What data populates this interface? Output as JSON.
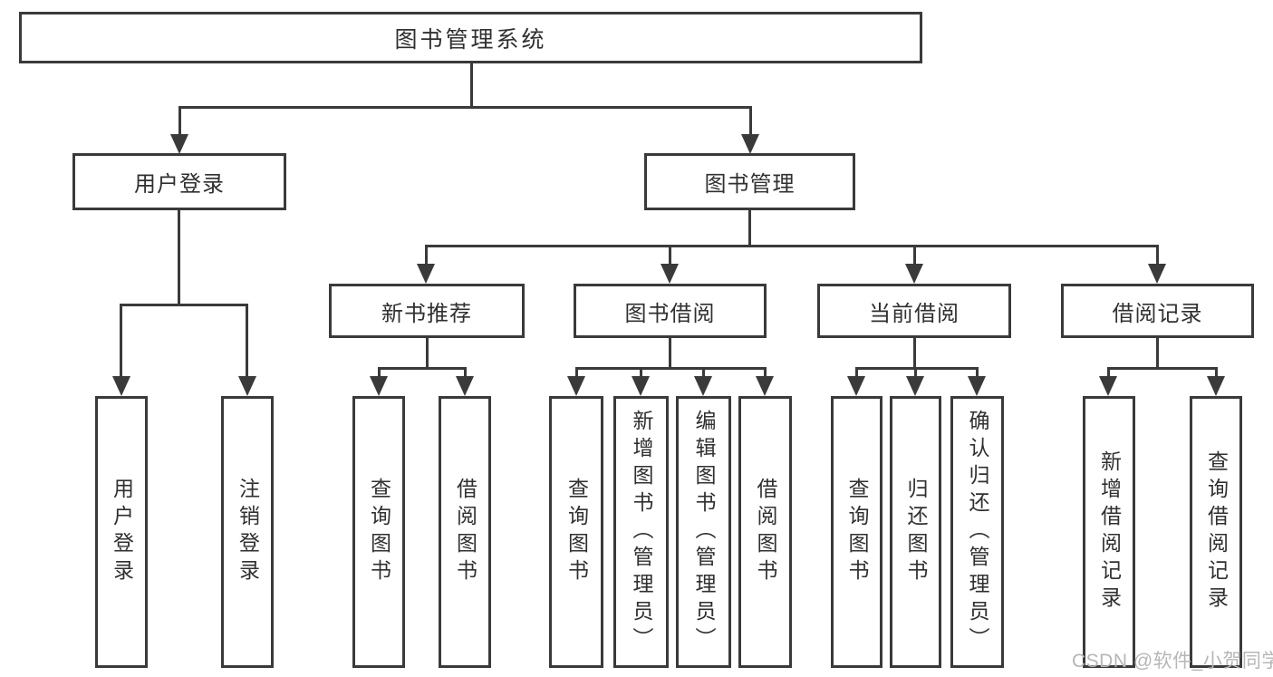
{
  "diagram": {
    "type": "tree",
    "root": {
      "label": "图书管理系统"
    },
    "level2": [
      {
        "id": "user-login",
        "label": "用户登录",
        "parent": "图书管理系统"
      },
      {
        "id": "book-management",
        "label": "图书管理",
        "parent": "图书管理系统"
      }
    ],
    "level3": [
      {
        "id": "new-book-recommendation",
        "label": "新书推荐",
        "parent": "图书管理"
      },
      {
        "id": "book-borrowing",
        "label": "图书借阅",
        "parent": "图书管理"
      },
      {
        "id": "current-borrowing",
        "label": "当前借阅",
        "parent": "图书管理"
      },
      {
        "id": "borrowing-records",
        "label": "借阅记录",
        "parent": "图书管理"
      }
    ],
    "leaves": [
      {
        "label": "用户登录",
        "parent": "用户登录"
      },
      {
        "label": "注销登录",
        "parent": "用户登录"
      },
      {
        "label": "查询图书",
        "parent": "新书推荐"
      },
      {
        "label": "借阅图书",
        "parent": "新书推荐"
      },
      {
        "label": "查询图书",
        "parent": "图书借阅"
      },
      {
        "label": "新增图书（管理员）",
        "parent": "图书借阅"
      },
      {
        "label": "编辑图书（管理员）",
        "parent": "图书借阅"
      },
      {
        "label": "借阅图书",
        "parent": "图书借阅"
      },
      {
        "label": "查询图书",
        "parent": "当前借阅"
      },
      {
        "label": "归还图书",
        "parent": "当前借阅"
      },
      {
        "label": "确认归还（管理员）",
        "parent": "当前借阅"
      },
      {
        "label": "新增借阅记录",
        "parent": "借阅记录"
      },
      {
        "label": "查询借阅记录",
        "parent": "借阅记录"
      }
    ]
  },
  "watermark": {
    "text": "CSDN @软件_小贺同学"
  },
  "colors": {
    "line": "#3a3a3a",
    "box_border": "#3a3a3a",
    "text": "#303030",
    "watermark": "#b6b6b6",
    "background": "#ffffff"
  }
}
